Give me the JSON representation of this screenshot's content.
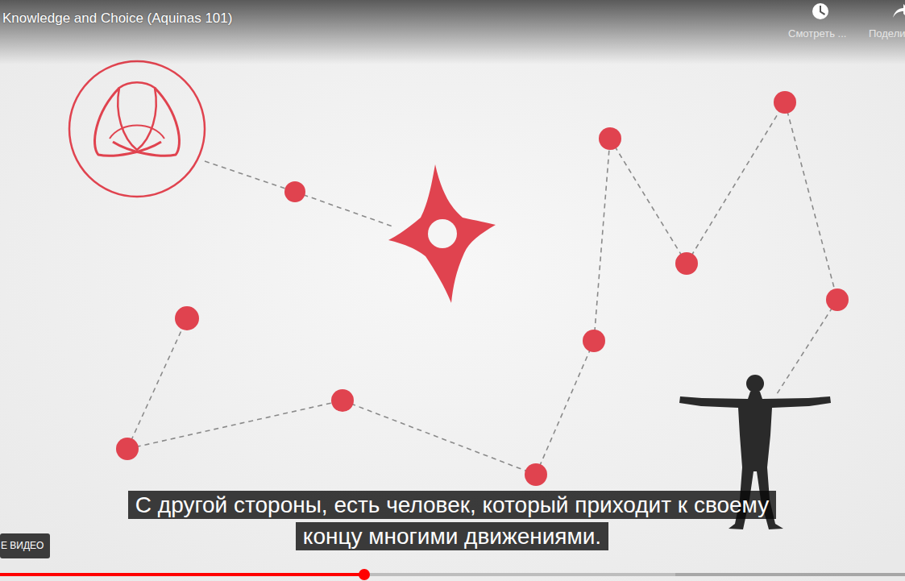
{
  "diagram": {
    "title": "Knowledge and Choice (Aquinas 101)",
    "labels": [
      "Смотреть ...",
      "Подели",
      "С другой стороны, есть человек, который приходит к своему концу многими движениями.",
      "Е ВИДЕО"
    ]
  }
}
